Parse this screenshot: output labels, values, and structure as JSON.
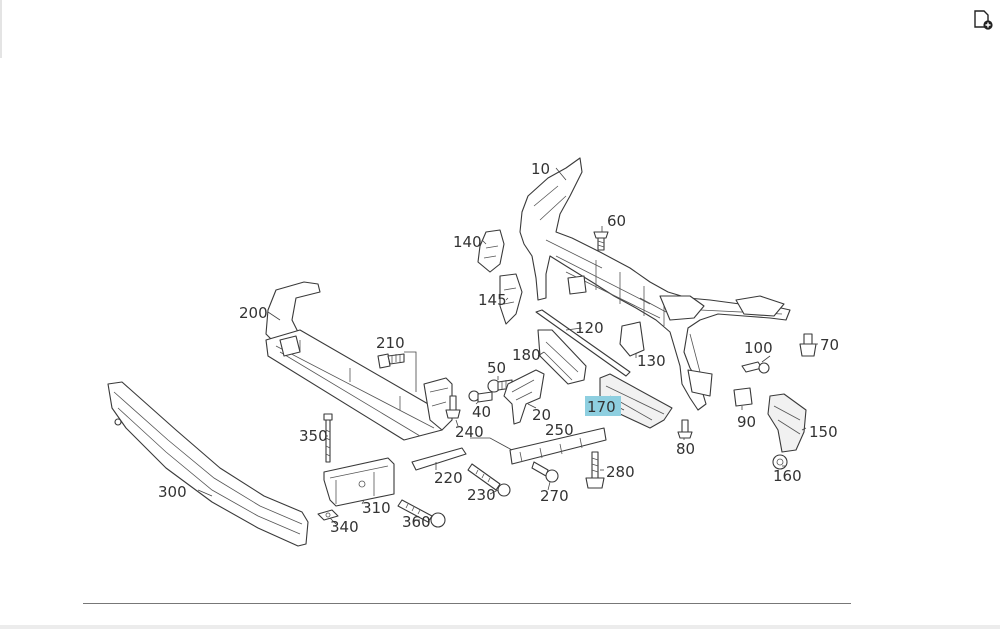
{
  "toolbar": {
    "corner_icon": "add-page-icon"
  },
  "diagram": {
    "highlight_color": "#8ecfe0",
    "highlighted_callout": "170",
    "callouts": {
      "c10": "10",
      "c60": "60",
      "c140": "140",
      "c145": "145",
      "c200": "200",
      "c120": "120",
      "c130": "130",
      "c210": "210",
      "c180": "180",
      "c50": "50",
      "c100": "100",
      "c70": "70",
      "c40": "40",
      "c20": "20",
      "c170": "170",
      "c90": "90",
      "c150": "150",
      "c350": "350",
      "c240": "240",
      "c250": "250",
      "c80": "80",
      "c220": "220",
      "c280": "280",
      "c160": "160",
      "c300": "300",
      "c230": "230",
      "c270": "270",
      "c310": "310",
      "c360": "360",
      "c340": "340"
    }
  }
}
